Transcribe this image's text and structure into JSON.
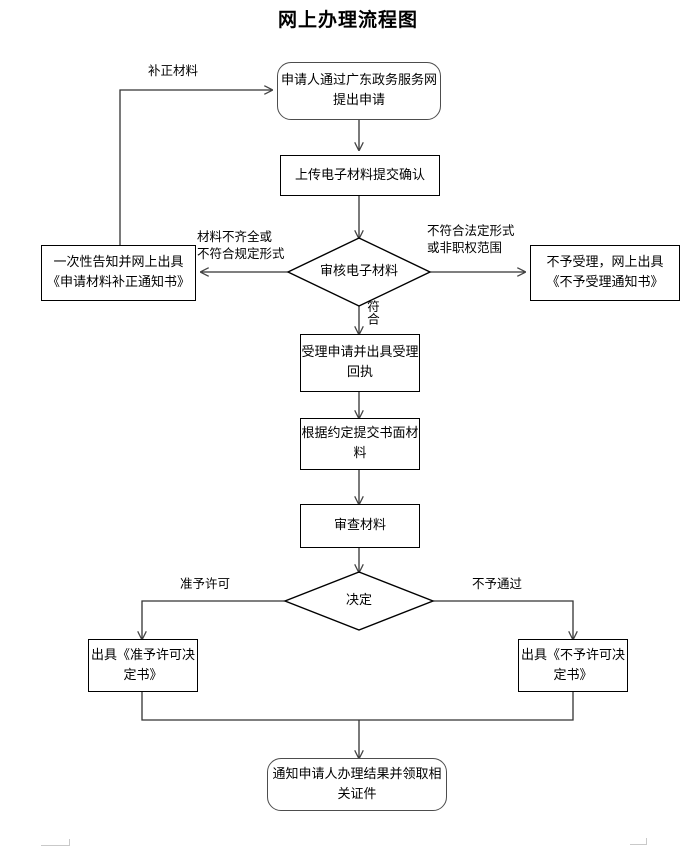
{
  "title": "网上办理流程图",
  "colors": {
    "line": "#000000",
    "rounded_border": "#4d4d4d",
    "text": "#000000",
    "background": "#ffffff",
    "faint_rule": "#c9c9c9"
  },
  "nodes": [
    {
      "id": "apply",
      "shape": "rounded",
      "text": "申请人通过广东政务服务网提出申请"
    },
    {
      "id": "upload",
      "shape": "rect",
      "text": "上传电子材料提交确认"
    },
    {
      "id": "review",
      "shape": "diamond",
      "text": "审核电子材料"
    },
    {
      "id": "supplement",
      "shape": "rect",
      "text": "一次性告知并网上出具《申请材料补正通知书》"
    },
    {
      "id": "reject-accept",
      "shape": "rect",
      "text": "不予受理，网上出具《不予受理通知书》"
    },
    {
      "id": "accept",
      "shape": "rect",
      "text": "受理申请并出具受理回执"
    },
    {
      "id": "paper",
      "shape": "rect",
      "text": "根据约定提交书面材料"
    },
    {
      "id": "examine",
      "shape": "rect",
      "text": "审查材料"
    },
    {
      "id": "decide",
      "shape": "diamond",
      "text": "决定"
    },
    {
      "id": "permit",
      "shape": "rect",
      "text": "出具《准予许可决定书》"
    },
    {
      "id": "no-permit",
      "shape": "rect",
      "text": "出具《不予许可决定书》"
    },
    {
      "id": "notify",
      "shape": "rounded",
      "text": "通知申请人办理结果并领取相关证件"
    }
  ],
  "edge_labels": [
    {
      "id": "supplement-back",
      "text": "补正材料"
    },
    {
      "id": "incomplete",
      "text": "材料不齐全或\n不符合规定形式"
    },
    {
      "id": "illegal-form",
      "text": "不符合法定形式\n或非职权范围"
    },
    {
      "id": "conform",
      "text": "符合"
    },
    {
      "id": "grant",
      "text": "准予许可"
    },
    {
      "id": "deny",
      "text": "不予通过"
    }
  ]
}
